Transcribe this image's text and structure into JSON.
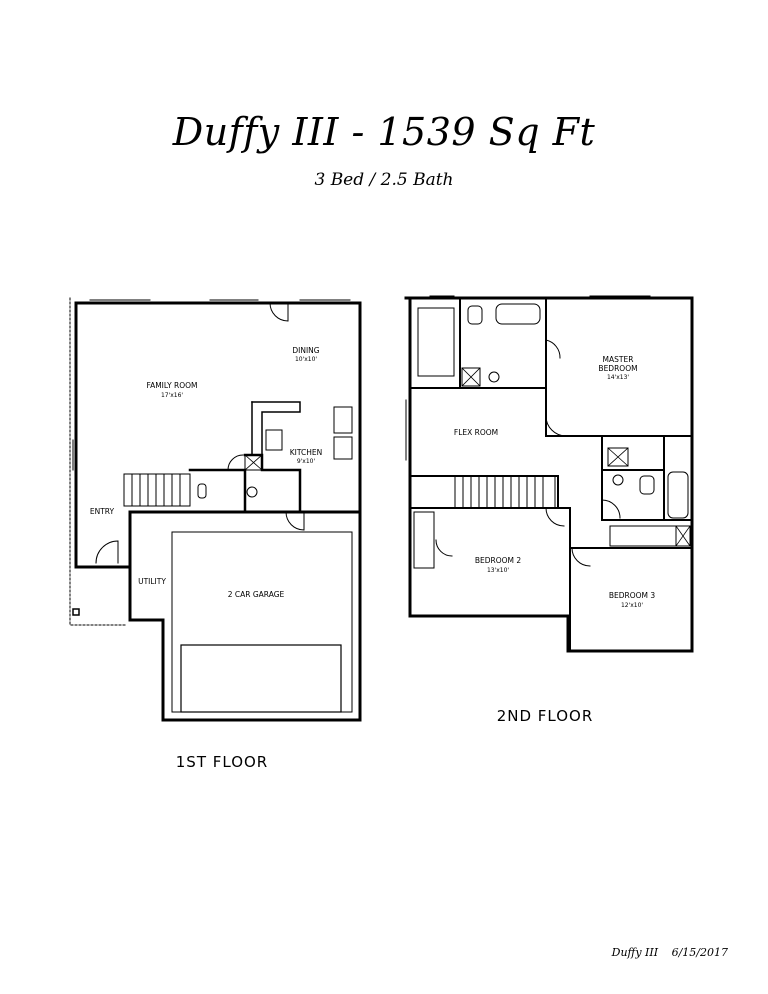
{
  "header": {
    "title": "Duffy III - 1539 Sq Ft",
    "subtitle": "3 Bed / 2.5 Bath"
  },
  "floor1": {
    "label": "1ST FLOOR",
    "rooms": {
      "family_room": {
        "name": "FAMILY ROOM",
        "dims": "17'x16'"
      },
      "dining": {
        "name": "DINING",
        "dims": "10'x10'"
      },
      "kitchen": {
        "name": "KITCHEN",
        "dims": "9'x10'"
      },
      "entry": {
        "name": "ENTRY"
      },
      "utility": {
        "name": "UTILITY"
      },
      "garage": {
        "name": "2 CAR GARAGE"
      }
    }
  },
  "floor2": {
    "label": "2ND FLOOR",
    "rooms": {
      "master": {
        "name_line1": "MASTER",
        "name_line2": "BEDROOM",
        "dims": "14'x13'"
      },
      "flex": {
        "name": "FLEX ROOM"
      },
      "bedroom2": {
        "name": "BEDROOM 2",
        "dims": "13'x10'"
      },
      "bedroom3": {
        "name": "BEDROOM 3",
        "dims": "12'x10'"
      }
    }
  },
  "footer": {
    "plan": "Duffy III",
    "date": "6/15/2017"
  }
}
